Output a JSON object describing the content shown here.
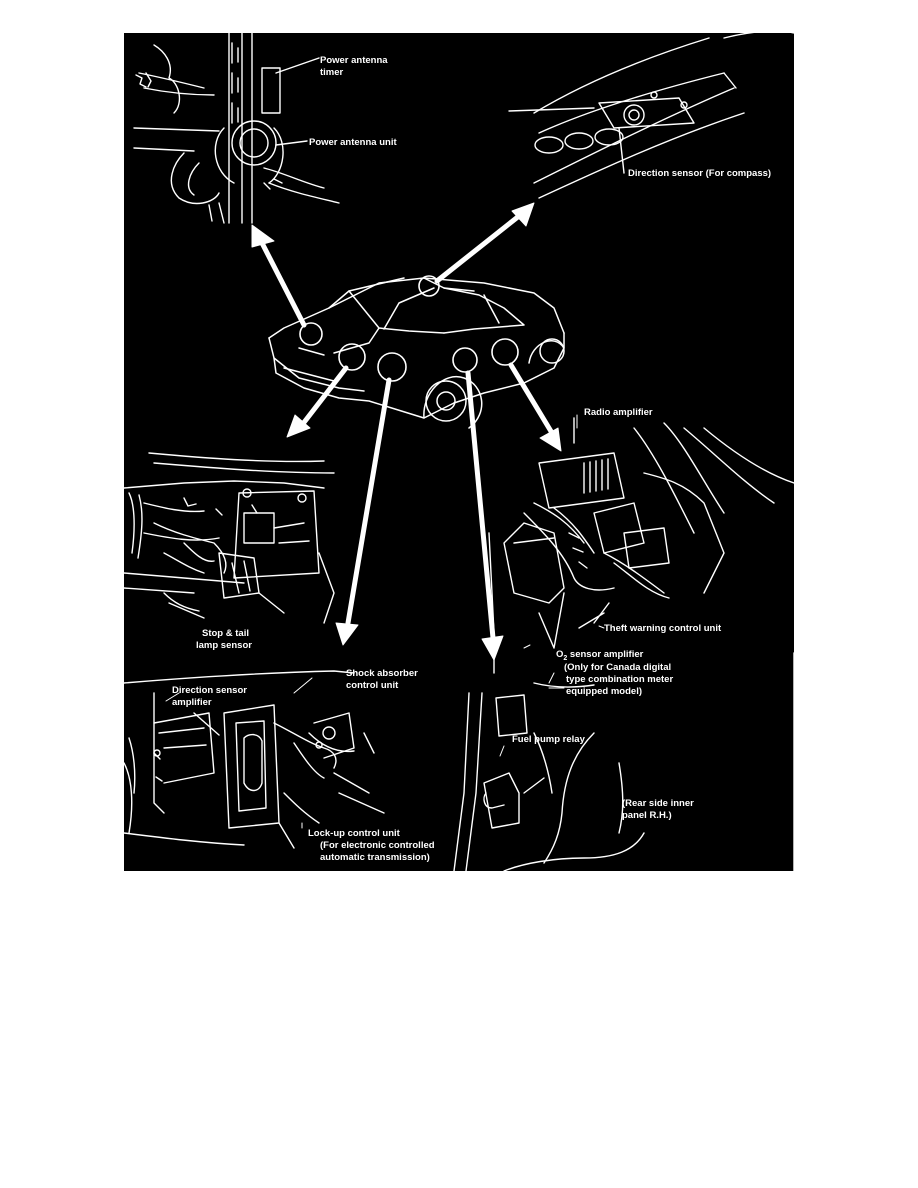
{
  "diagram": {
    "background": "#000000",
    "line_color": "#ffffff",
    "labels": {
      "power_antenna_timer_1": "Power antenna",
      "power_antenna_timer_2": "timer",
      "power_antenna_unit": "Power antenna unit",
      "direction_sensor_compass": "Direction sensor (For compass)",
      "radio_amplifier": "Radio amplifier",
      "stop_tail_1": "Stop & tail",
      "stop_tail_2": "lamp sensor",
      "theft_warning": "Theft warning control unit",
      "o2_prefix": "O",
      "o2_sub": "2",
      "o2_rest": " sensor amplifier",
      "canada_1": "(Only for Canada digital",
      "canada_2": "type combination meter",
      "canada_3": "equipped model)",
      "shock_1": "Shock absorber",
      "shock_2": "control unit",
      "dir_amp_1": "Direction sensor",
      "dir_amp_2": "amplifier",
      "fuel_pump": "Fuel pump relay",
      "rear_side_1": "(Rear side inner",
      "rear_side_2": "panel R.H.)",
      "lockup_1": "Lock-up control unit",
      "lockup_2": "(For electronic controlled",
      "lockup_3": "automatic transmission)"
    }
  }
}
